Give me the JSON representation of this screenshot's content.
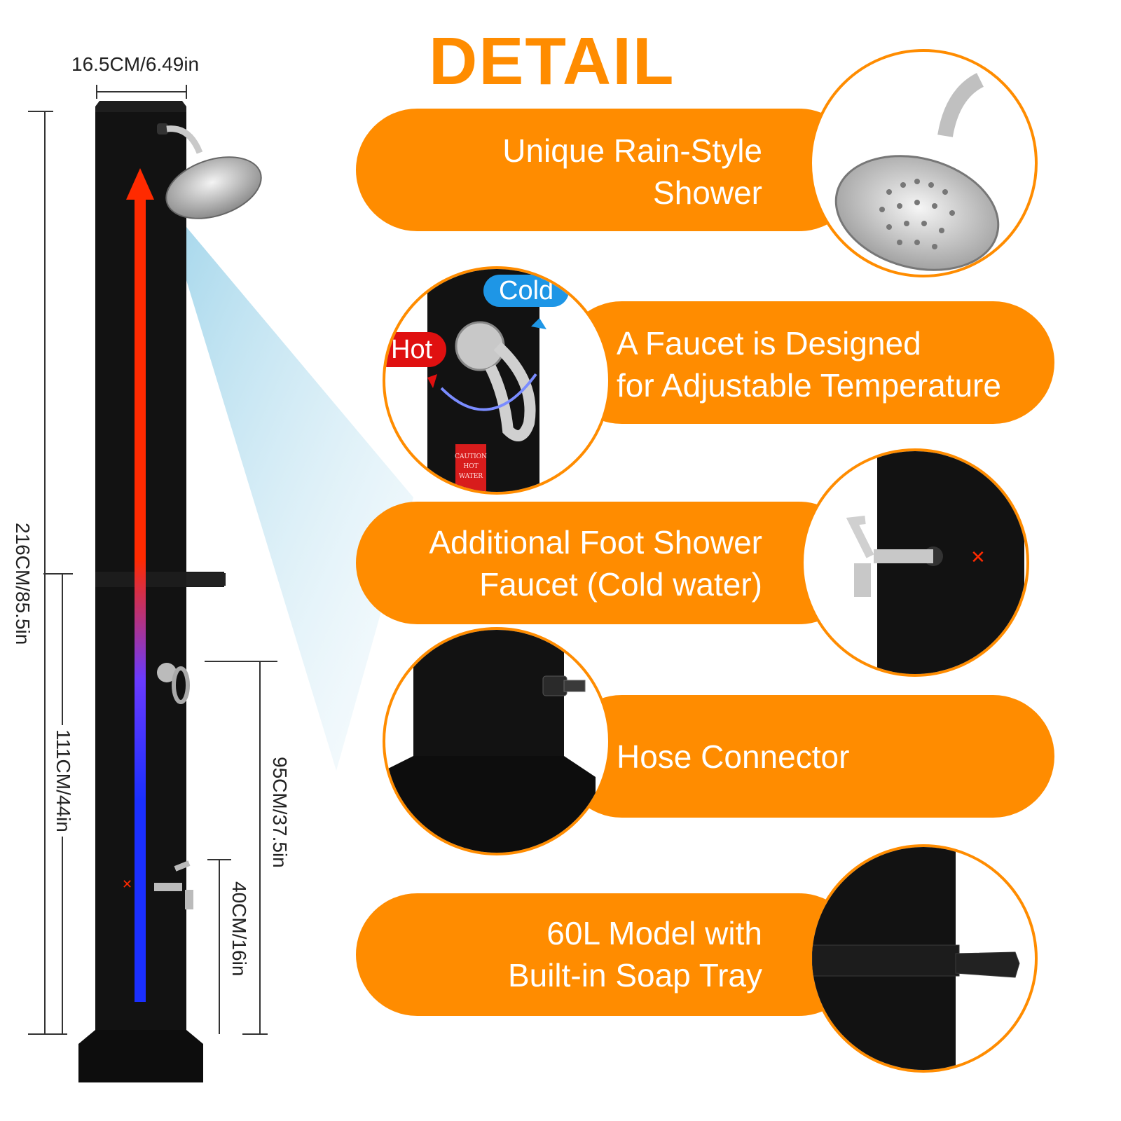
{
  "title": "DETAIL",
  "dimensions": {
    "width": "16.5CM/6.49in",
    "total_height": "216CM/85.5in",
    "faucet_height": "111CM/44in",
    "mid_height": "95CM/37.5in",
    "foot_faucet_height": "40CM/16in"
  },
  "features": [
    {
      "line1": "Unique Rain-Style",
      "line2": "Shower"
    },
    {
      "line1": "A Faucet is Designed",
      "line2": "for Adjustable Temperature"
    },
    {
      "line1": "Additional Foot Shower",
      "line2": "Faucet (Cold water)"
    },
    {
      "line1": "Hose Connector",
      "line2": ""
    },
    {
      "line1": "60L Model with",
      "line2": "Built-in Soap Tray"
    }
  ],
  "faucet_labels": {
    "cold": "Cold",
    "hot": "Hot"
  },
  "caution_sign": {
    "line1": "CAUTION",
    "line2": "HOT",
    "line3": "WATER"
  },
  "colors": {
    "accent": "#ff8c00",
    "post": "#111111",
    "hot": "#ff2a00",
    "cold": "#1a2fff",
    "cold_badge": "#1e96e6",
    "hot_badge": "#e01010"
  }
}
